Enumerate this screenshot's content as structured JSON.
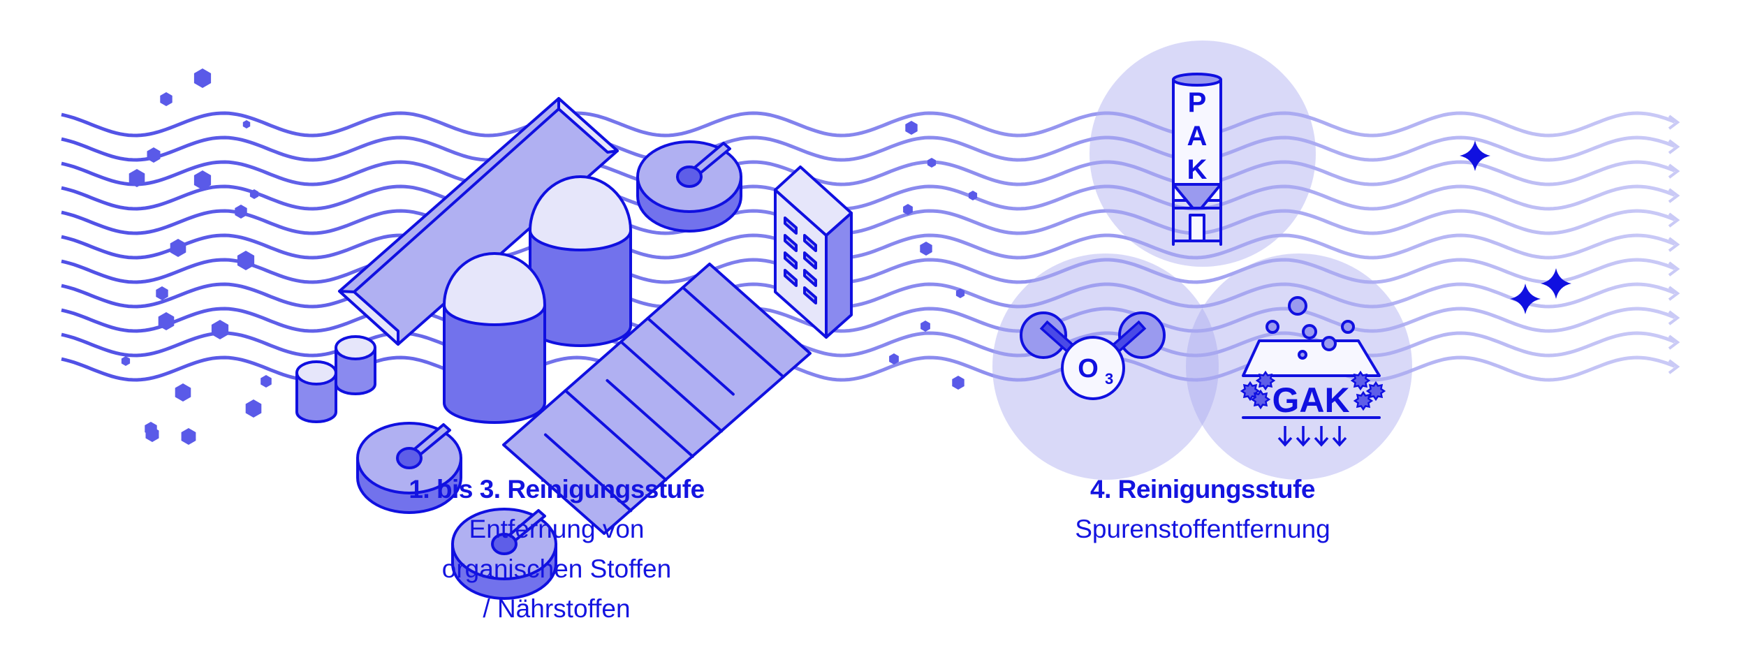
{
  "stages": [
    {
      "title": "1. bis 3. Reinigungsstufe",
      "lines": [
        "Entfernung von",
        "organischen Stoffen",
        "/ Nährstoffen"
      ]
    },
    {
      "title": "4. Reinigungsstufe",
      "lines": [
        "Spurenstoffentfernung"
      ]
    }
  ],
  "icons": {
    "pak": {
      "letters": [
        "P",
        "A",
        "K"
      ]
    },
    "ozone": {
      "label": "O",
      "subscript": "3"
    },
    "gak": {
      "label": "GAK"
    }
  },
  "colors": {
    "ink": "#1010e0",
    "fill_light": "#b0b0f2",
    "fill_mid": "#7272ec",
    "fill_pale": "#e6e6fa",
    "circle": "#c8c8f6",
    "wave_start": "#5050e6",
    "wave_end": "#cacaf6"
  }
}
